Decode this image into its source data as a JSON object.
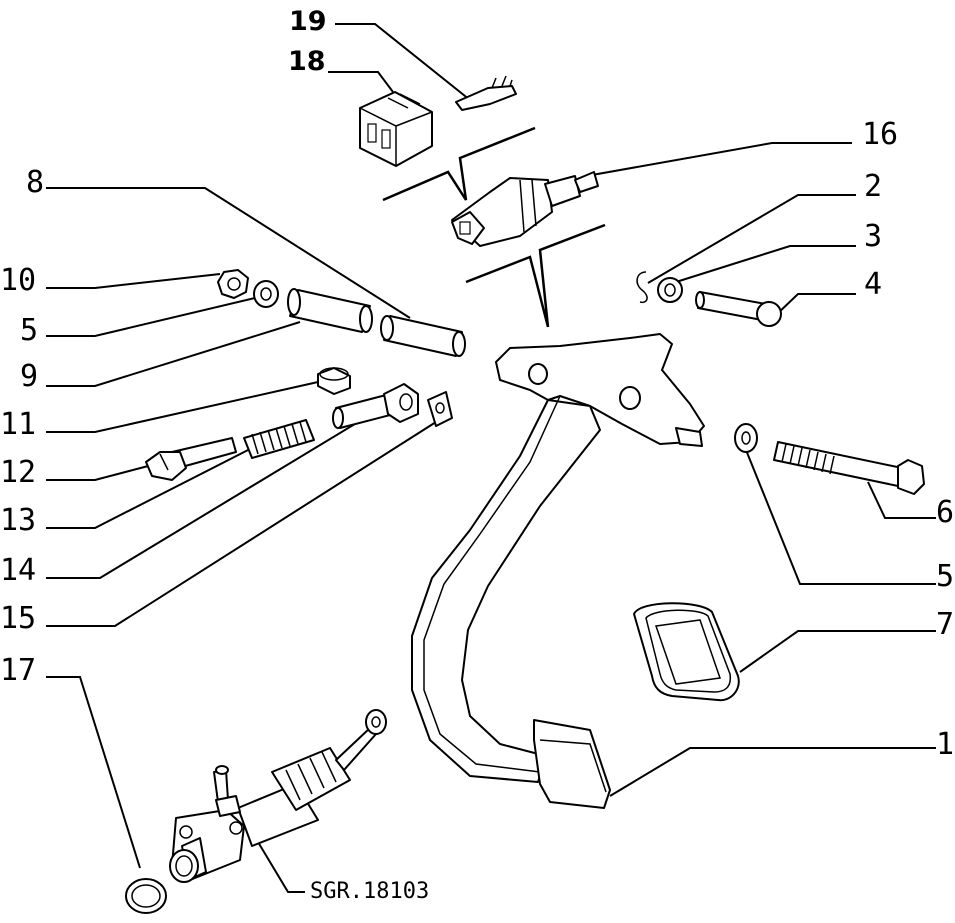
{
  "diagram": {
    "reference_code": "SGR.18103",
    "callouts": {
      "c1": "1",
      "c2": "2",
      "c3": "3",
      "c4": "4",
      "c5a": "5",
      "c5b": "5",
      "c6": "6",
      "c7": "7",
      "c8": "8",
      "c9": "9",
      "c10": "10",
      "c11": "11",
      "c12": "12",
      "c13": "13",
      "c14": "14",
      "c15": "15",
      "c16": "16",
      "c17": "17",
      "c18": "18",
      "c19": "19"
    }
  }
}
